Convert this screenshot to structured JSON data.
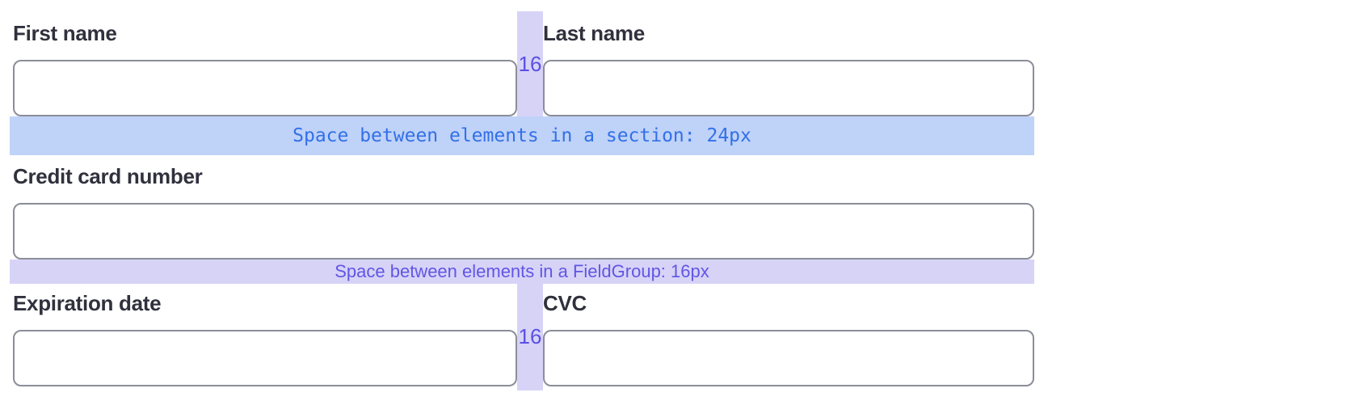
{
  "colors": {
    "label_text": "#30313d",
    "input_border": "#8b8e98",
    "input_bg": "#ffffff",
    "section_band_bg": "#bfd2f8",
    "section_band_text": "#3270e8",
    "group_band_bg": "#d7d3f7",
    "group_band_text": "#6156e4",
    "gap_band_bg": "#d7d3f7",
    "gap_label_text": "#5b50e2",
    "page_bg": "#ffffff"
  },
  "form": {
    "name_group": {
      "first_label": "First name",
      "last_label": "Last name",
      "gap_label": "16",
      "first_value": "",
      "last_value": ""
    },
    "card": {
      "label": "Credit card number",
      "value": ""
    },
    "expiry_group": {
      "expiration_label": "Expiration date",
      "cvc_label": "CVC",
      "gap_label": "16",
      "expiration_value": "",
      "cvc_value": ""
    }
  },
  "spacers": {
    "section": {
      "text": "Space between elements in a section: 24px"
    },
    "fieldgroup": {
      "text": "Space between elements in a FieldGroup: 16px"
    }
  }
}
